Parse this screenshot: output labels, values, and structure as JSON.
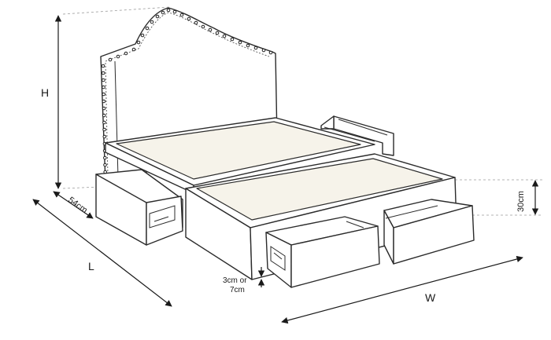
{
  "dimensions": {
    "height_label": "H",
    "length_label": "L",
    "width_label": "W",
    "depth_label": "54cm",
    "drawer_height_label": "30cm",
    "clearance_line1": "3cm or",
    "clearance_line2": "7cm"
  },
  "colors": {
    "outline": "#2b2b2b",
    "mattress_fill": "#f6f3ea",
    "guide": "#9a9a9a"
  },
  "icons": {
    "arrowhead": "triangle-arrow"
  }
}
